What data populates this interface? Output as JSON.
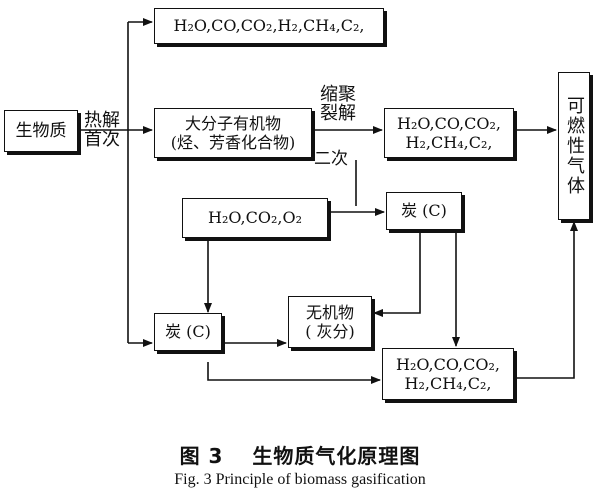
{
  "nodes": {
    "biomass": "生物质",
    "gas_top": "H₂O,CO,CO₂,H₂,CH₄,C₂,",
    "tar": [
      "大分子有机物",
      "(烃、芳香化合物)"
    ],
    "gas_mid": [
      "H₂O,CO,CO₂,",
      "H₂,CH₄,C₂,"
    ],
    "combustible_gas": "可燃性气体",
    "oxidants": "H₂O,CO₂,O₂",
    "char_right": "炭 (C)",
    "char_left": "炭 (C)",
    "inorganic": [
      "无机物",
      "( 灰分)"
    ],
    "gas_bottom": [
      "H₂O,CO,CO₂,",
      "H₂,CH₄,C₂,"
    ]
  },
  "labels": {
    "pyrolysis": [
      "热解",
      "首次"
    ],
    "condense_crack": [
      "缩聚",
      "裂解"
    ],
    "secondary": "二次"
  },
  "caption": {
    "cn": "图 3　 生物质气化原理图",
    "en": "Fig. 3 Principle of biomass gasification"
  }
}
